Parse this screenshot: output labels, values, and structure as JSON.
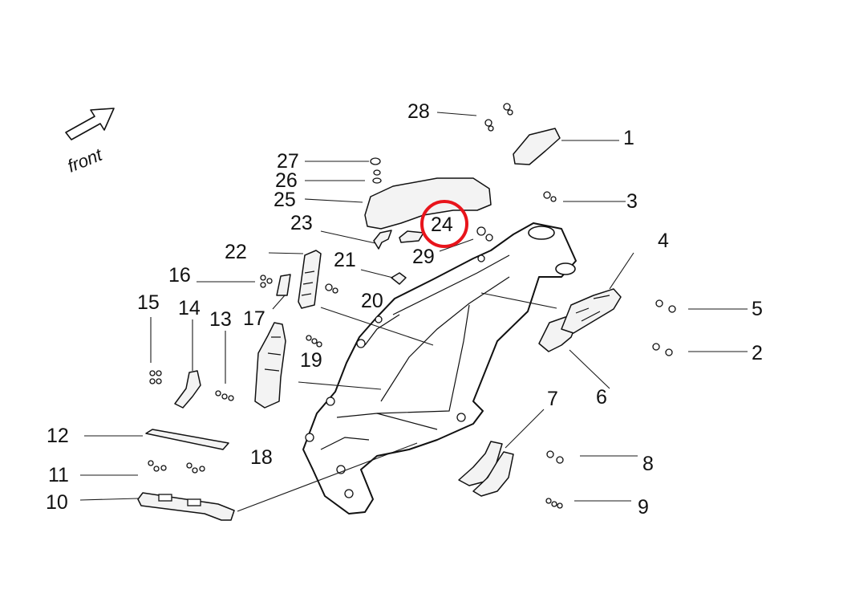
{
  "direction_label": "front",
  "highlight": {
    "part": "24",
    "color": "#e8141b"
  },
  "callouts": {
    "c1": "1",
    "c2": "2",
    "c3": "3",
    "c4": "4",
    "c5": "5",
    "c6": "6",
    "c7": "7",
    "c8": "8",
    "c9": "9",
    "c10": "10",
    "c11": "11",
    "c12": "12",
    "c13": "13",
    "c14": "14",
    "c15": "15",
    "c16": "16",
    "c17": "17",
    "c18": "18",
    "c19": "19",
    "c20": "20",
    "c21": "21",
    "c22": "22",
    "c23": "23",
    "c24": "24",
    "c25": "25",
    "c26": "26",
    "c27": "27",
    "c28": "28",
    "c29": "29"
  }
}
